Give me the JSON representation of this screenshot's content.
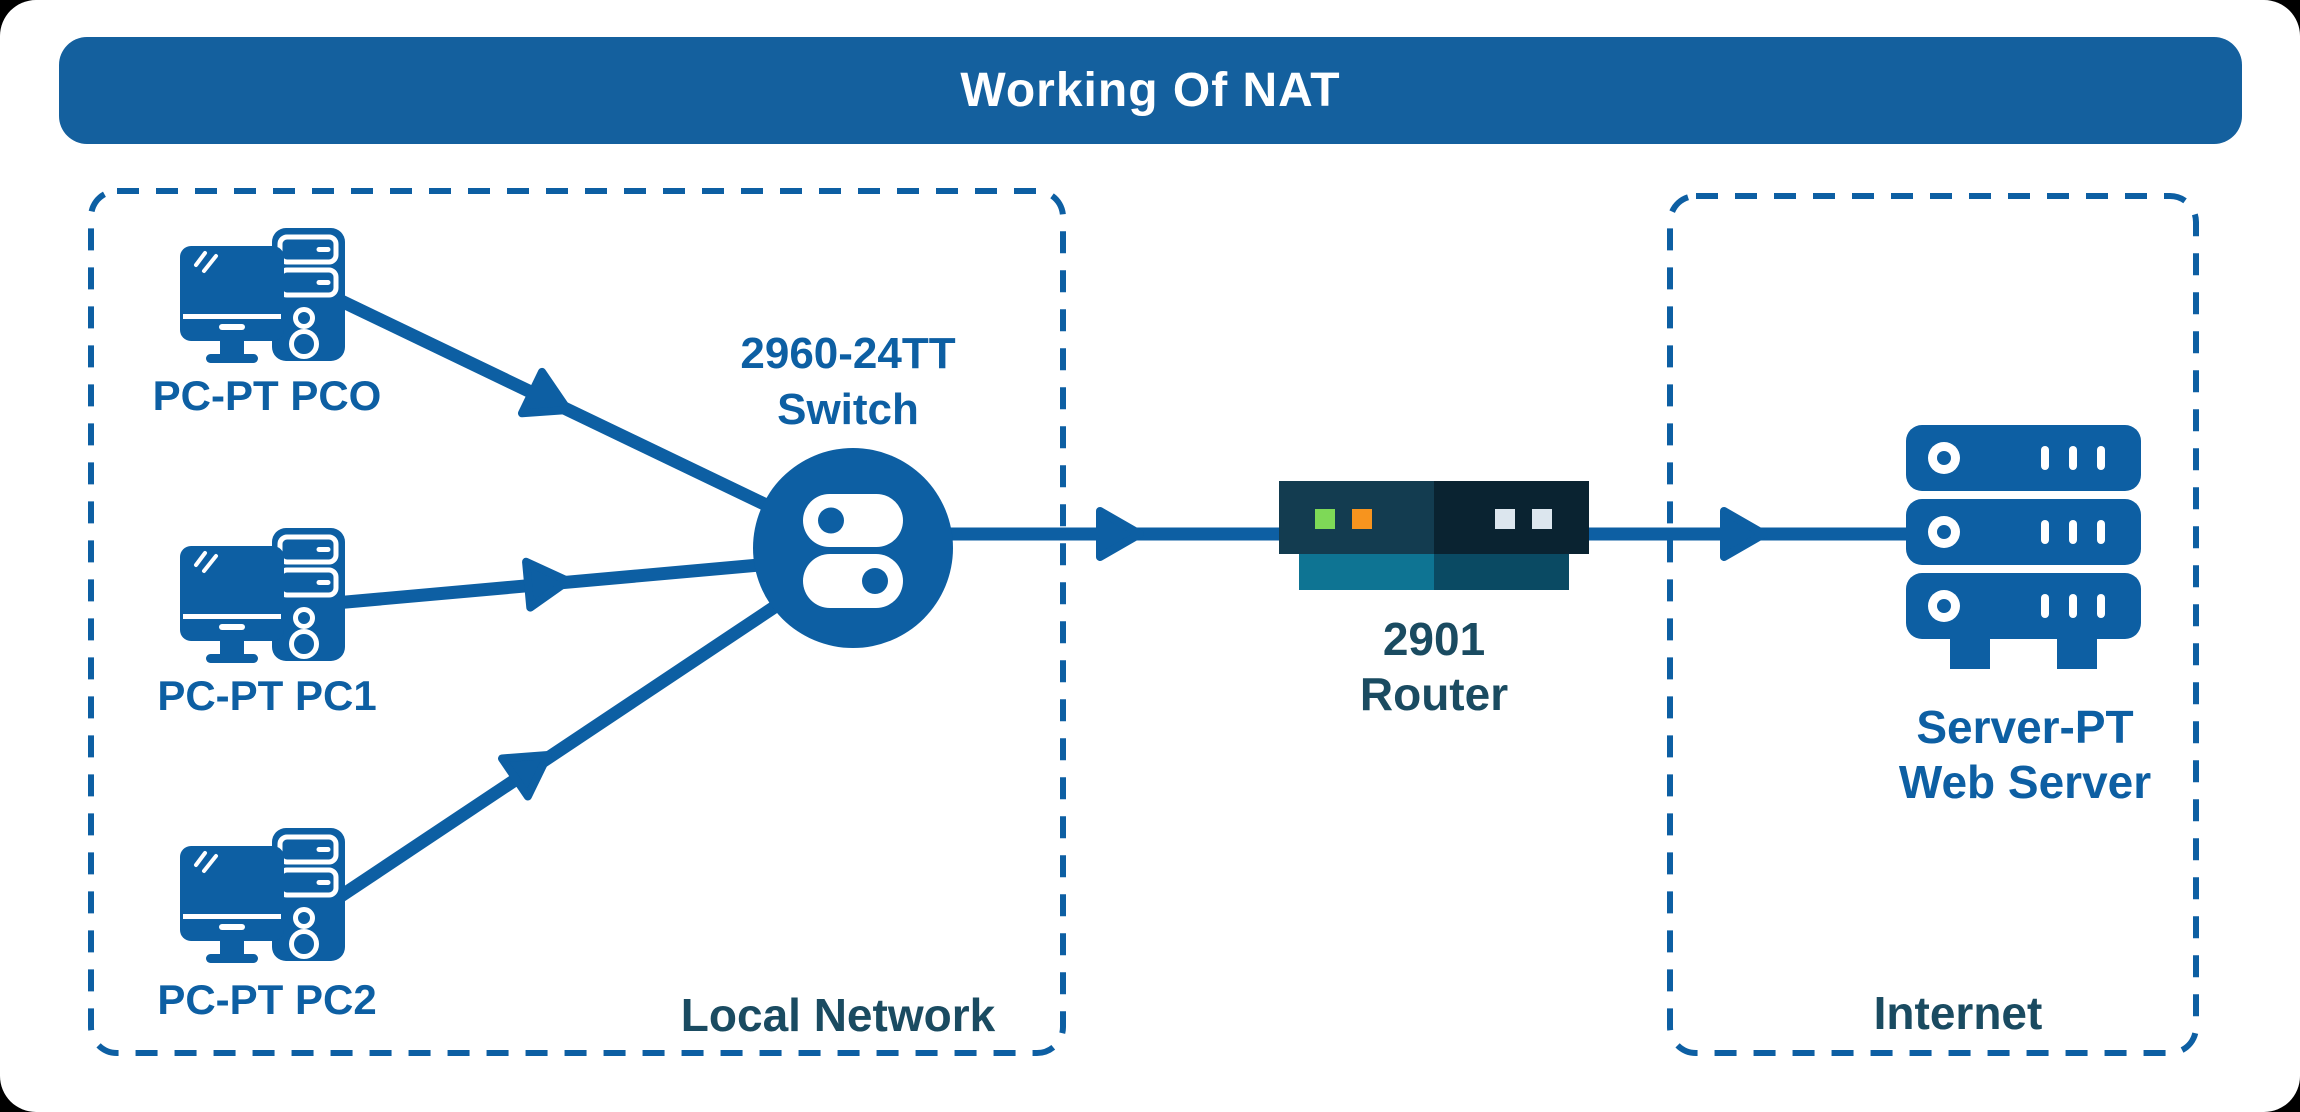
{
  "title": "Working Of NAT",
  "boxes": {
    "local": {
      "label": "Local Network"
    },
    "internet": {
      "label": "Internet"
    }
  },
  "nodes": {
    "pc0": {
      "label": "PC-PT PCO"
    },
    "pc1": {
      "label": "PC-PT PC1"
    },
    "pc2": {
      "label": "PC-PT PC2"
    },
    "switch": {
      "line1": "2960-24TT",
      "line2": "Switch"
    },
    "router": {
      "line1": "2901",
      "line2": "Router"
    },
    "server": {
      "line1": "Server-PT",
      "line2": "Web Server"
    }
  },
  "icons": {
    "pc": "desktop-computer-icon",
    "switch": "toggle-switch-icon",
    "router": "router-box-icon",
    "server": "server-rack-icon",
    "arrow": "arrowhead-icon"
  },
  "colors": {
    "accent": "#0D5FA3",
    "banner": "#14609E",
    "label_dark": "#1A4B61",
    "router_front_left": "#133C50",
    "router_front_right": "#0A2331",
    "router_base_left": "#0E7493",
    "router_base_right": "#0A4A63",
    "led_green": "#7ED957",
    "led_orange": "#F7941E",
    "led_light": "#DCE6EE"
  }
}
